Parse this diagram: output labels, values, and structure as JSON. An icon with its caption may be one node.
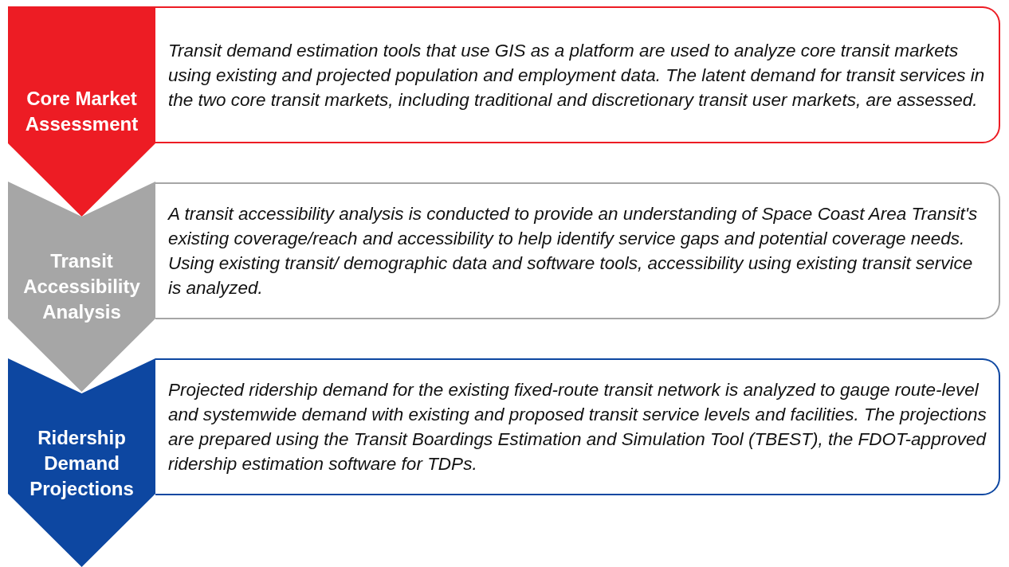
{
  "diagram": {
    "nodes": [
      {
        "text": [
          "Core Market Assessment"
        ]
      },
      {
        "text": [
          "Transit demand estimation tools that use GIS as a platform are used to analyze core transit markets using existing and projected population and employment data. The latent demand for transit services in the two core transit markets, including traditional and discretionary transit user markets, are assessed."
        ]
      },
      {
        "text": [
          "Transit Accessibility Analysis"
        ]
      },
      {
        "text": [
          "A transit accessibility analysis is conducted to provide an understanding of Space Coast Area Transit's existing coverage/reach and accessibility to help identify service gaps and potential coverage needs. Using existing transit/ demographic data and software tools, accessibility using existing transit service is analyzed."
        ]
      },
      {
        "text": [
          "Ridership Demand Projections"
        ]
      },
      {
        "text": [
          "Projected ridership demand for the existing fixed-route transit network is analyzed to gauge route-level and systemwide demand with existing and proposed transit service levels and facilities. The projections are prepared using the Transit Boardings Estimation and Simulation Tool (TBEST), the FDOT-approved ridership estimation software for TDPs."
        ]
      }
    ]
  }
}
